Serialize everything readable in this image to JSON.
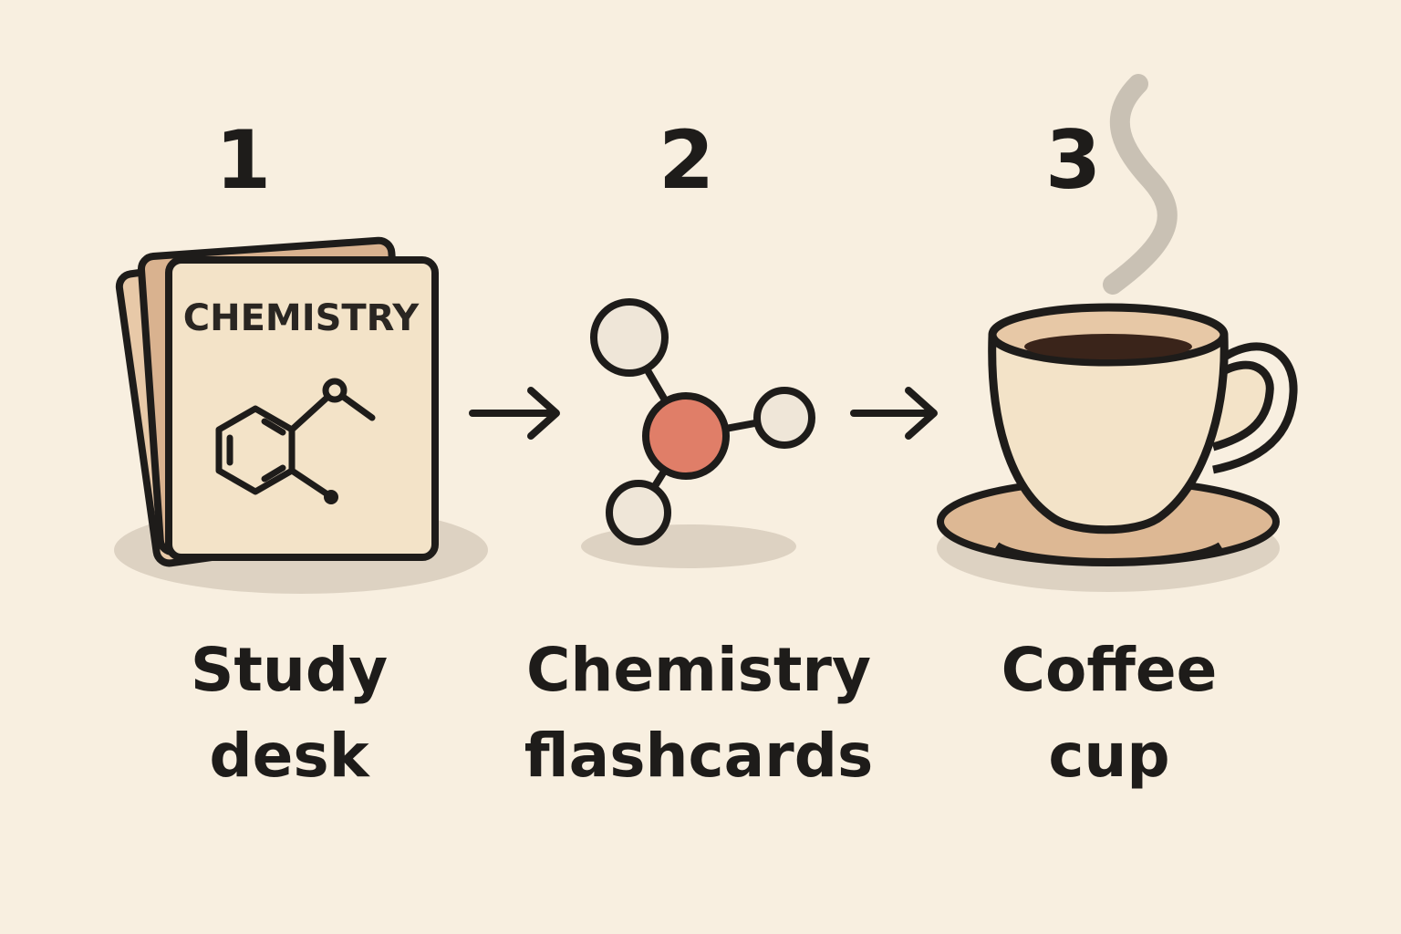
{
  "colors": {
    "background": "#f8efe0",
    "ink": "#1e1c1a",
    "card": "#f3e3c8",
    "card_back": "#d9b28f",
    "atom_accent": "#e07e68",
    "atom_plain": "#efe6d8",
    "cup": "#f3e3c8",
    "saucer": "#ddb894",
    "coffee": "#3a241a",
    "shadow": "#ddd2c2",
    "steam": "#c9c1b4"
  },
  "steps": [
    {
      "number": "1",
      "label_line1": "Study",
      "label_line2": "desk",
      "icon": "flashcards-icon",
      "card_title": "CHEMISTRY"
    },
    {
      "number": "2",
      "label_line1": "Chemistry",
      "label_line2": "flashcards",
      "icon": "molecule-icon"
    },
    {
      "number": "3",
      "label_line1": "Coffee",
      "label_line2": "cup",
      "icon": "coffee-cup-icon"
    }
  ],
  "connectors": [
    "arrow-right-icon",
    "arrow-right-icon"
  ]
}
